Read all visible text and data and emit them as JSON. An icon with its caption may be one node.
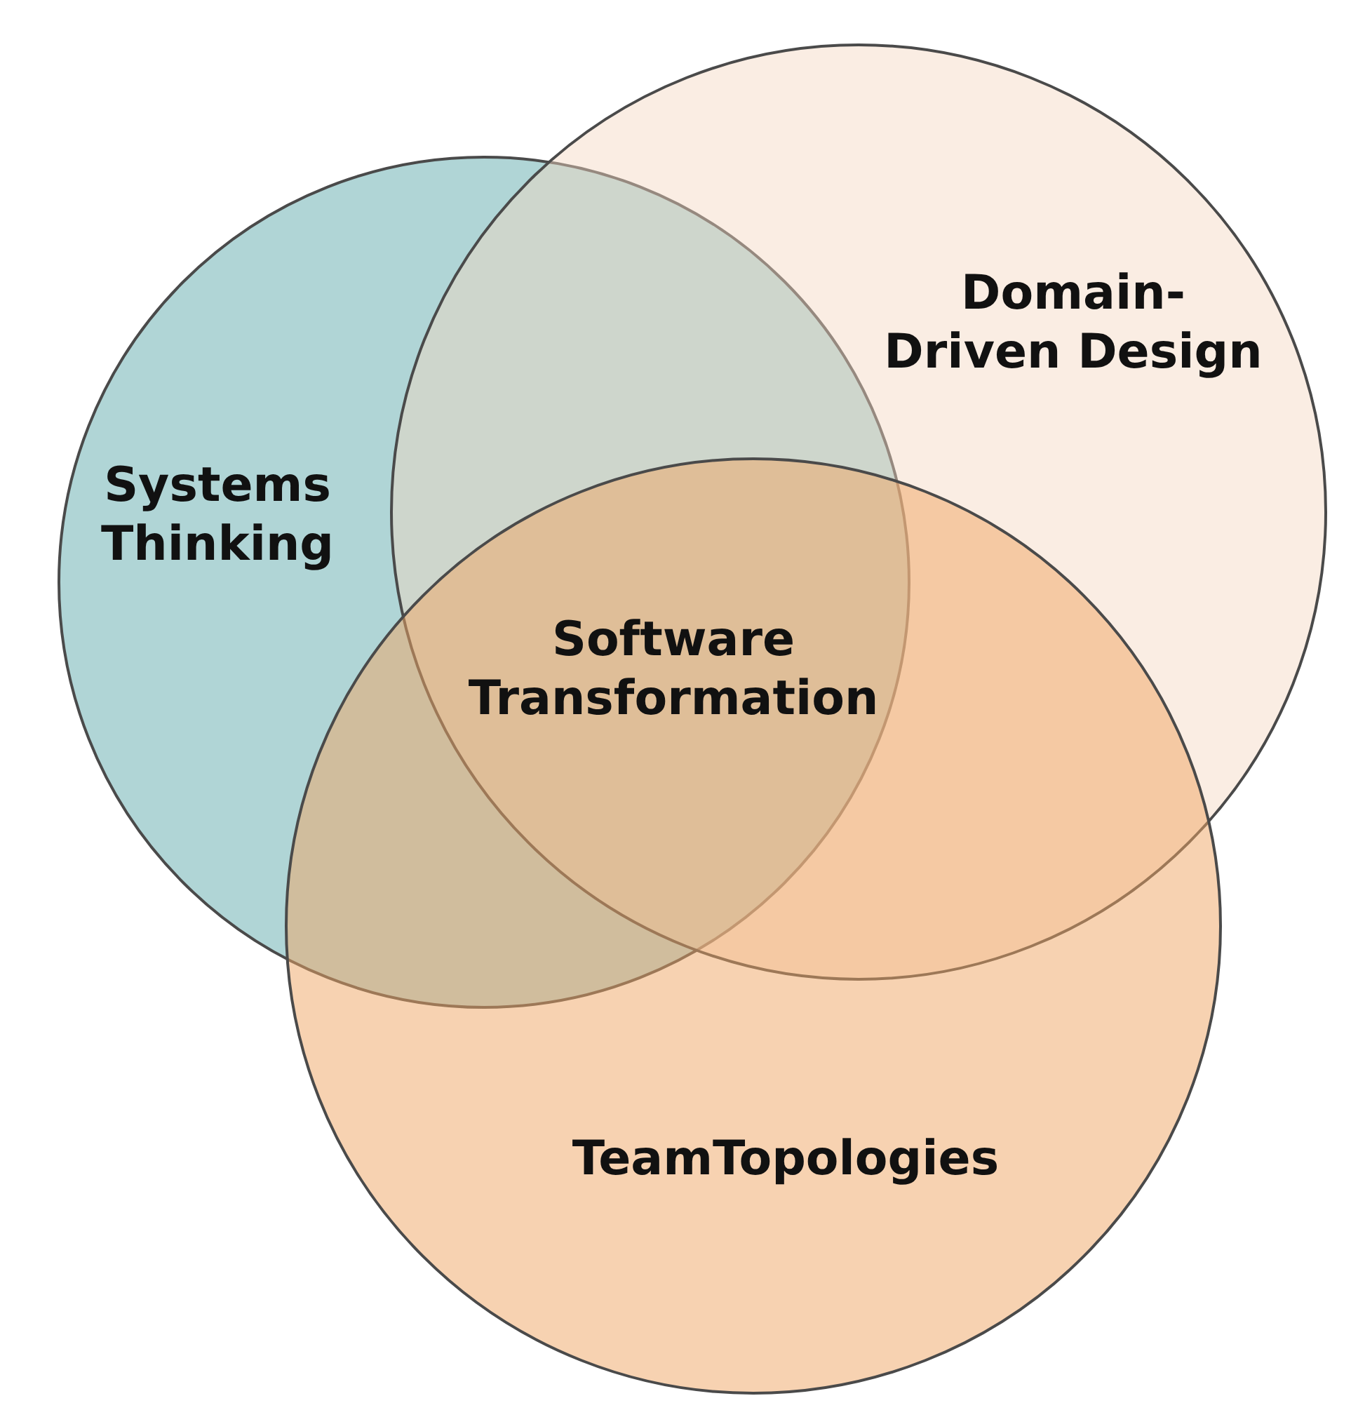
{
  "diagram": {
    "nodes": [
      {
        "text": [
          "Systems Thinking"
        ]
      },
      {
        "text": [
          "Domain-Driven Design"
        ]
      },
      {
        "text": [
          "TeamTopologies"
        ]
      }
    ],
    "edges": [],
    "labels": [
      "Software Transformation"
    ]
  }
}
